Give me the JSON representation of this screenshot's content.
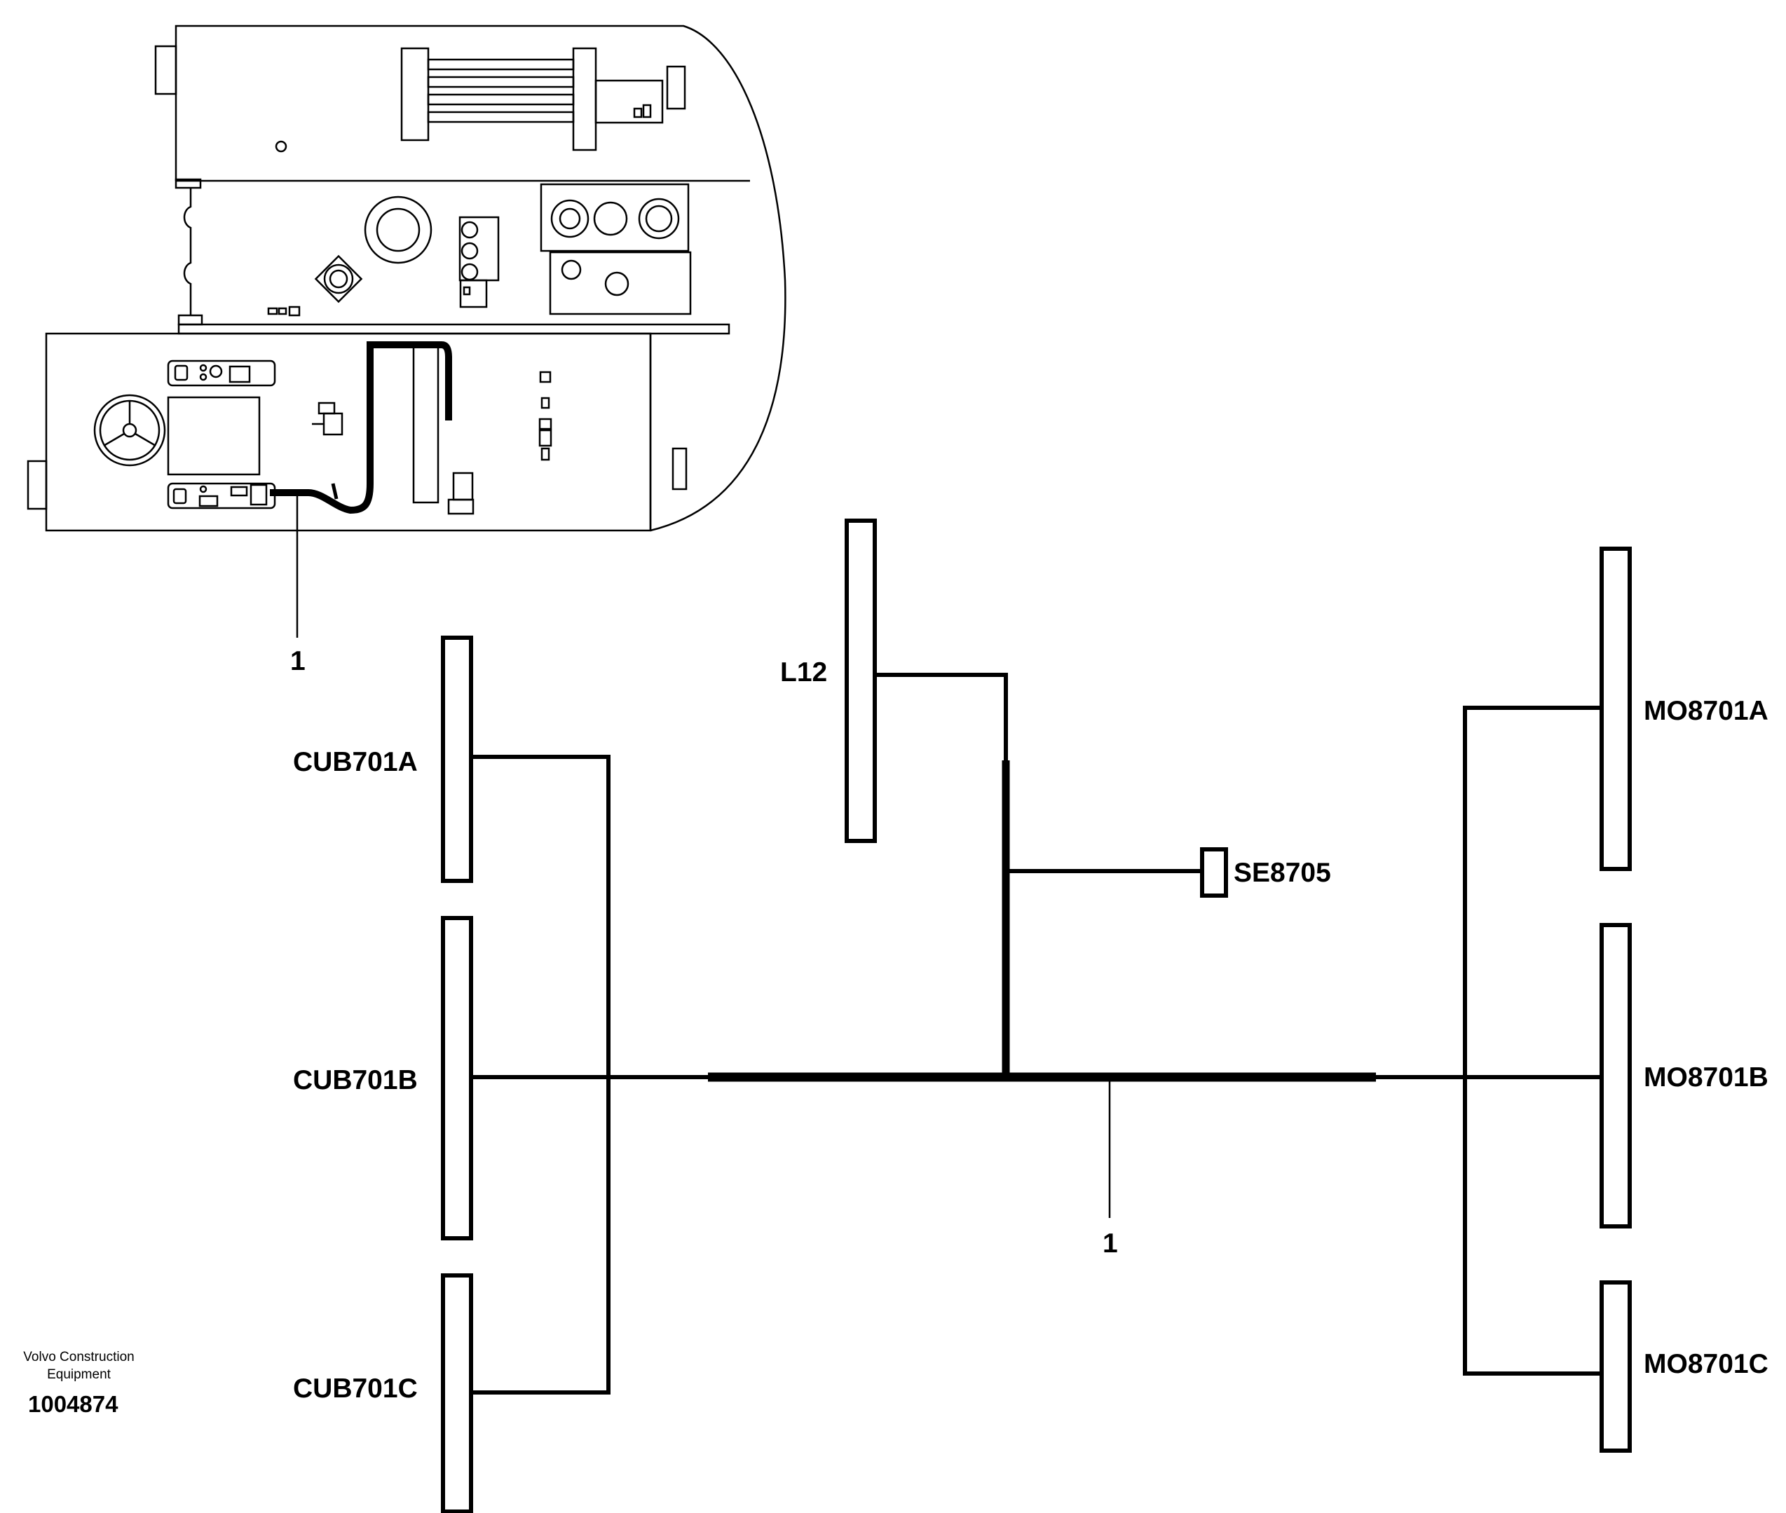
{
  "callouts": {
    "top": "1",
    "bottom": "1"
  },
  "connectors": {
    "l12": "L12",
    "cub701a": "CUB701A",
    "cub701b": "CUB701B",
    "cub701c": "CUB701C",
    "se8705": "SE8705",
    "mo8701a": "MO8701A",
    "mo8701b": "MO8701B",
    "mo8701c": "MO8701C"
  },
  "footer": {
    "company_line1": "Volvo Construction",
    "company_line2": "Equipment",
    "drawing_number": "1004874"
  }
}
